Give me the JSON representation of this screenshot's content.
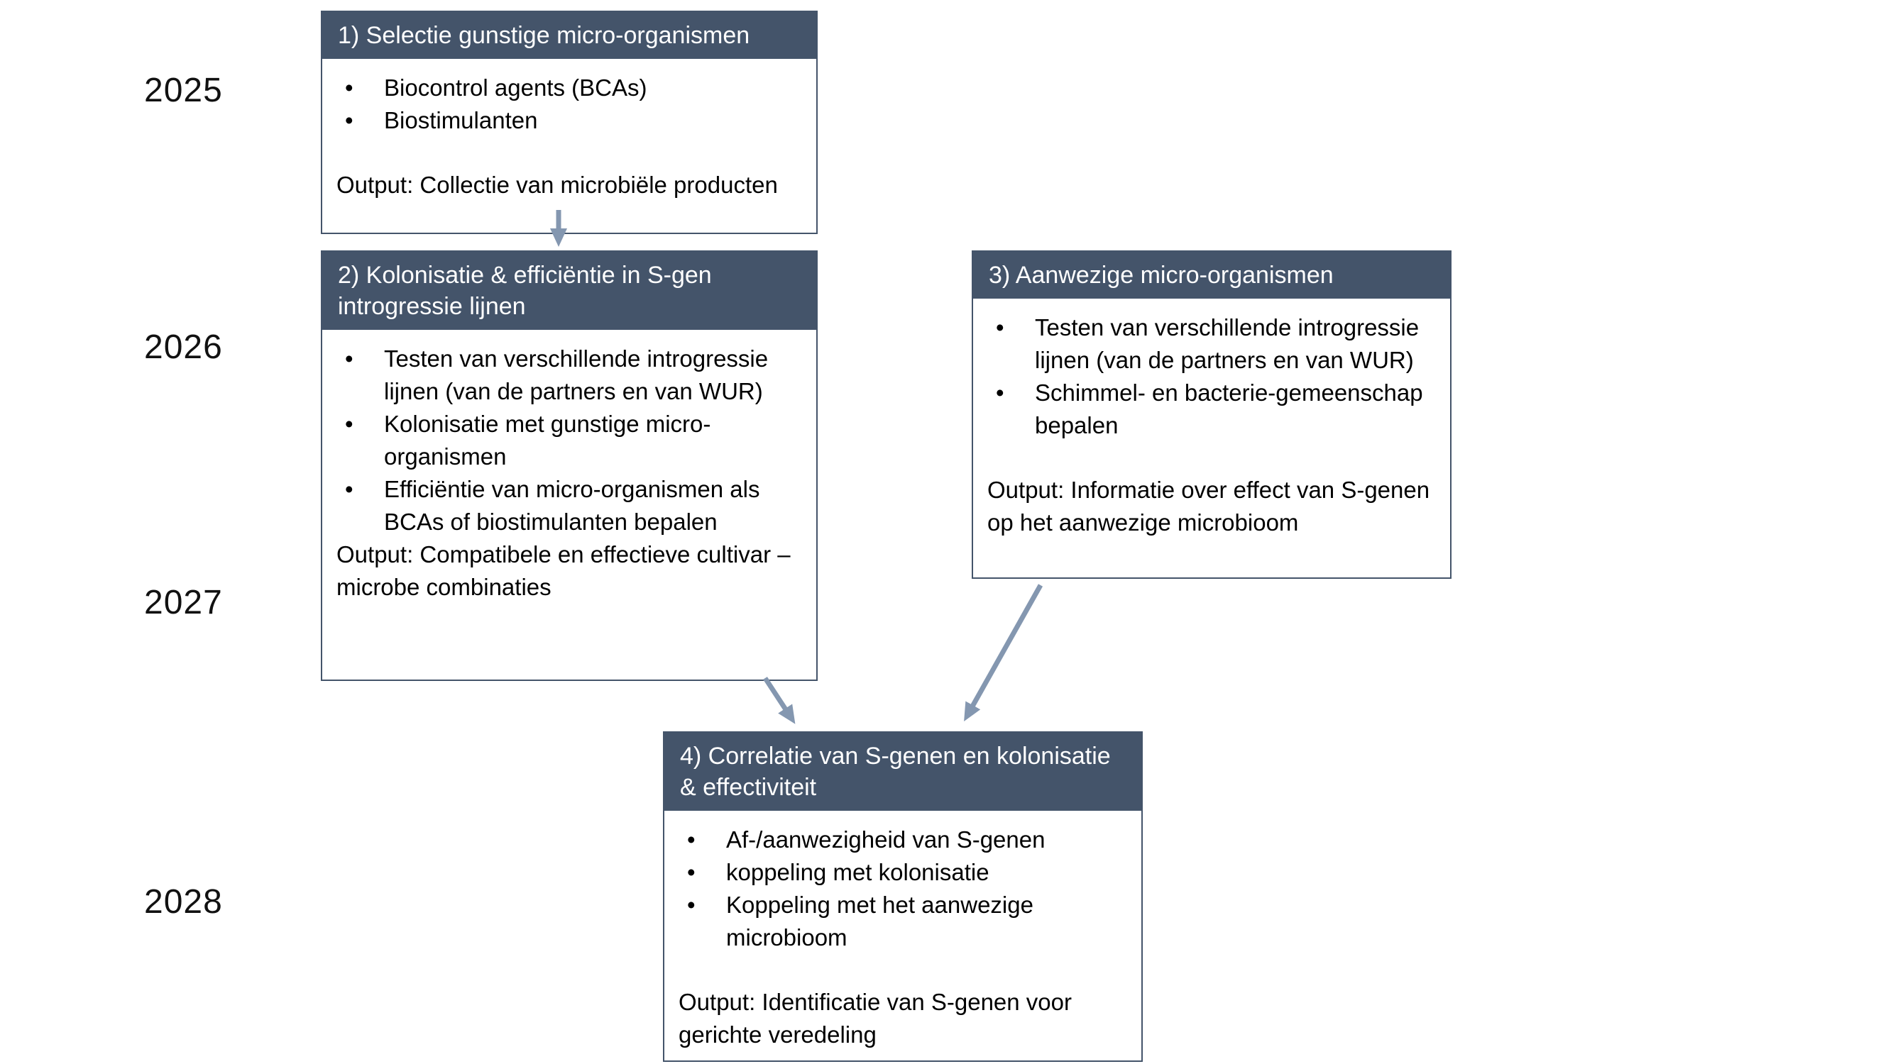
{
  "colors": {
    "background": "#FFFFFF",
    "header_bg": "#44546A",
    "header_text": "#FFFFFF",
    "box_border": "#44546A",
    "body_text": "#000000",
    "arrow": "#8497B0"
  },
  "timeline": {
    "years": [
      "2025",
      "2026",
      "2027",
      "2028"
    ]
  },
  "boxes": [
    {
      "title": "1) Selectie gunstige micro-organismen",
      "bullets": [
        "Biocontrol agents (BCAs)",
        "Biostimulanten"
      ],
      "output": "Output: Collectie van microbiële producten"
    },
    {
      "title": "2) Kolonisatie & efficiëntie in S-gen introgressie lijnen",
      "bullets": [
        "Testen van verschillende introgressie lijnen (van de partners en van WUR)",
        "Kolonisatie met gunstige micro-organismen",
        "Efficiëntie van micro-organismen als BCAs of biostimulanten bepalen"
      ],
      "output": "Output: Compatibele en effectieve cultivar – microbe combinaties"
    },
    {
      "title": "3) Aanwezige micro-organismen",
      "bullets": [
        "Testen van verschillende introgressie lijnen (van de partners en van WUR)",
        "Schimmel- en bacterie-gemeenschap bepalen"
      ],
      "output": "Output: Informatie over effect van S-genen op het aanwezige microbioom"
    },
    {
      "title": "4) Correlatie van S-genen en kolonisatie & effectiviteit",
      "bullets": [
        "Af-/aanwezigheid van S-genen",
        "koppeling met kolonisatie",
        "Koppeling met het aanwezige microbioom"
      ],
      "output": "Output: Identificatie van S-genen voor gerichte veredeling"
    }
  ]
}
